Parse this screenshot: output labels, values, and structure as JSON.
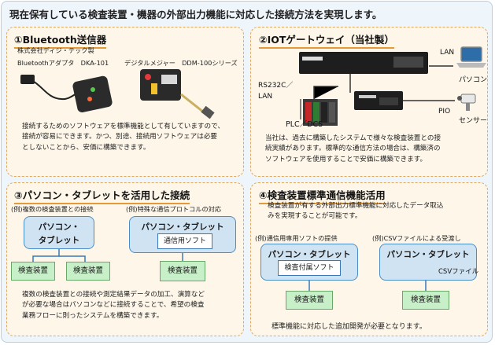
{
  "headline": "現在保有している検査装置・機器の外部出力機能に対応した接続方法を実現します。",
  "panel1": {
    "title": "①Bluetooth送信器",
    "company": "株式会社ディジ・テック製",
    "device_a": "Bluetoothアダプタ　DKA-101",
    "device_b": "デジタルメジャー　DDM-100シリーズ",
    "body": [
      "接続するためのソフトウェアを標準機能として有していますので、",
      "接続が容易にできます。かつ、別途、接続用ソフトウェアは必要",
      "としないことから、安価に構築できます。"
    ]
  },
  "panel2": {
    "title": "②IOTゲートウェイ（当社製）",
    "lan": "LAN",
    "pc": "パソコン",
    "rs232": [
      "RS232C／",
      "LAN"
    ],
    "plc": "PLC／DCS",
    "pio": "PIO",
    "sensor": "センサー",
    "body": [
      "当社は、過去に構築したシステムで様々な検査装置との接",
      "続実績があります。標準的な通信方法の場合は、構築済の",
      "ソフトウェアを使用することで安価に構築できます。"
    ]
  },
  "panel3": {
    "title": "③パソコン・タブレットを活用した接続",
    "ex1": "(例)複数の検査装置との接続",
    "ex2": "(例)特殊な通信プロトコルの対応",
    "pc_line1": "パソコン・",
    "pc_line2": "タブレット",
    "pc_tab": "パソコン・タブレット",
    "soft": "通信用ソフト",
    "insp": "検査装置",
    "body": [
      "複数の検査装置との接続や測定結果データの加工、演算など",
      "が必要な場合はパソコンなどに接続することで、希望の検査",
      "業務フローに則ったシステムを構築できます。"
    ]
  },
  "panel4": {
    "title": "④検査装置標準通信機能活用",
    "intro": [
      "検査装置が有する外部出力標準機能に対応したデータ取込",
      "みを実現することが可能です。"
    ],
    "ex1": "(例)通信用専用ソフトの提供",
    "ex2": "(例)CSVファイルによる受渡し",
    "pc_tab": "パソコン・タブレット",
    "soft": "検査付属ソフト",
    "csv": "CSVファイル",
    "insp": "検査装置",
    "footer": "標準機能に対応した追加開発が必要となります。"
  }
}
